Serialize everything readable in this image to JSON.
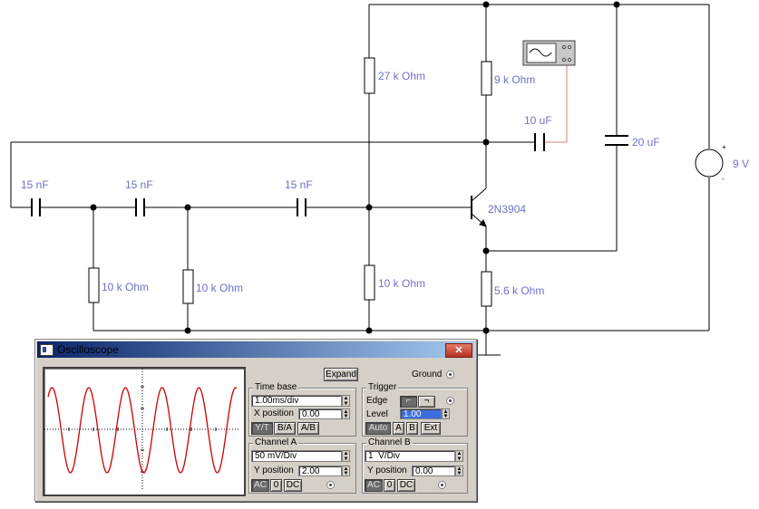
{
  "circuit": {
    "labels": {
      "r_27k": "27 k Ohm",
      "r_9k": "9 k Ohm",
      "c_10u": "10 uF",
      "c_20u": "20 uF",
      "v_9": "9 V",
      "c_15n_1": "15 nF",
      "c_15n_2": "15 nF",
      "c_15n_3": "15 nF",
      "transistor": "2N3904",
      "r_10k_1": "10 k Ohm",
      "r_10k_2": "10 k Ohm",
      "r_10k_3": "10 k Ohm",
      "r_5_6k": "5.6 k Ohm"
    },
    "colors": {
      "wire": "#000000",
      "label": "#7070c8",
      "probe": "#d08080"
    }
  },
  "oscilloscope": {
    "title": "Oscilloscope",
    "expand_label": "Expand",
    "ground_label": "Ground",
    "time_base": {
      "title": "Time base",
      "scale": "1.00ms/div",
      "x_position_label": "X position",
      "x_position": "0.00",
      "modes": [
        "Y/T",
        "B/A",
        "A/B"
      ]
    },
    "trigger": {
      "title": "Trigger",
      "edge_label": "Edge",
      "level_label": "Level",
      "level": "1.00",
      "buttons": [
        "Auto",
        "A",
        "B",
        "Ext"
      ]
    },
    "channel_a": {
      "title": "Channel A",
      "scale": "50 mV/Div",
      "y_position_label": "Y position",
      "y_position": "2.00",
      "coupling": [
        "AC",
        "0",
        "DC"
      ]
    },
    "channel_b": {
      "title": "Channel B",
      "scale": "1  V/Div",
      "y_position_label": "Y position",
      "y_position": "0.00",
      "coupling": [
        "AC",
        "0",
        "DC"
      ]
    },
    "trace_color": "#cc0000"
  }
}
